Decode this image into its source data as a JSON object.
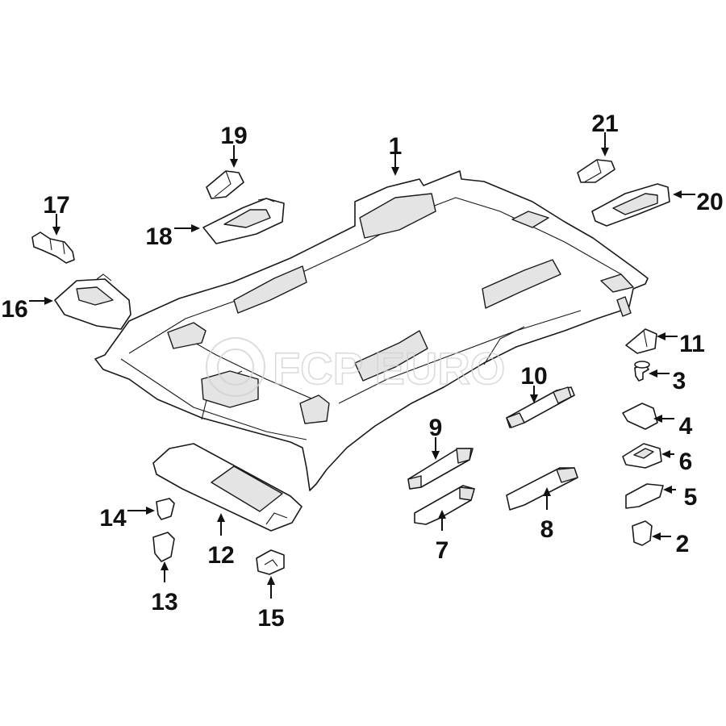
{
  "watermark": {
    "text": "FCP EURO"
  },
  "callouts": [
    {
      "id": "1",
      "label": "1",
      "part": "headliner"
    },
    {
      "id": "2",
      "label": "2",
      "part": "retainer-clip"
    },
    {
      "id": "3",
      "label": "3",
      "part": "push-pin"
    },
    {
      "id": "4",
      "label": "4",
      "part": "bracket-clip"
    },
    {
      "id": "5",
      "label": "5",
      "part": "pad"
    },
    {
      "id": "6",
      "label": "6",
      "part": "bracket"
    },
    {
      "id": "7",
      "label": "7",
      "part": "grab-handle"
    },
    {
      "id": "8",
      "label": "8",
      "part": "grab-handle"
    },
    {
      "id": "9",
      "label": "9",
      "part": "grab-handle"
    },
    {
      "id": "10",
      "label": "10",
      "part": "grab-handle"
    },
    {
      "id": "11",
      "label": "11",
      "part": "clip"
    },
    {
      "id": "12",
      "label": "12",
      "part": "sun-visor"
    },
    {
      "id": "13",
      "label": "13",
      "part": "visor-bracket"
    },
    {
      "id": "14",
      "label": "14",
      "part": "visor-clip"
    },
    {
      "id": "15",
      "label": "15",
      "part": "visor-cover"
    },
    {
      "id": "16",
      "label": "16",
      "part": "dome-lamp"
    },
    {
      "id": "17",
      "label": "17",
      "part": "bulb"
    },
    {
      "id": "18",
      "label": "18",
      "part": "map-lamp"
    },
    {
      "id": "19",
      "label": "19",
      "part": "bulb"
    },
    {
      "id": "20",
      "label": "20",
      "part": "rear-lamp"
    },
    {
      "id": "21",
      "label": "21",
      "part": "bulb"
    }
  ]
}
